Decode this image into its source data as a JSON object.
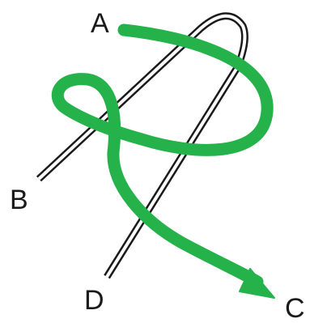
{
  "diagram": {
    "labels": {
      "a": "A",
      "b": "B",
      "c": "C",
      "d": "D"
    },
    "colors": {
      "green_curve": "#26b24b",
      "wire_stroke": "#1a1a1a",
      "wire_fill": "#ffffff",
      "text": "#1a1a1a",
      "background": "#ffffff"
    }
  }
}
